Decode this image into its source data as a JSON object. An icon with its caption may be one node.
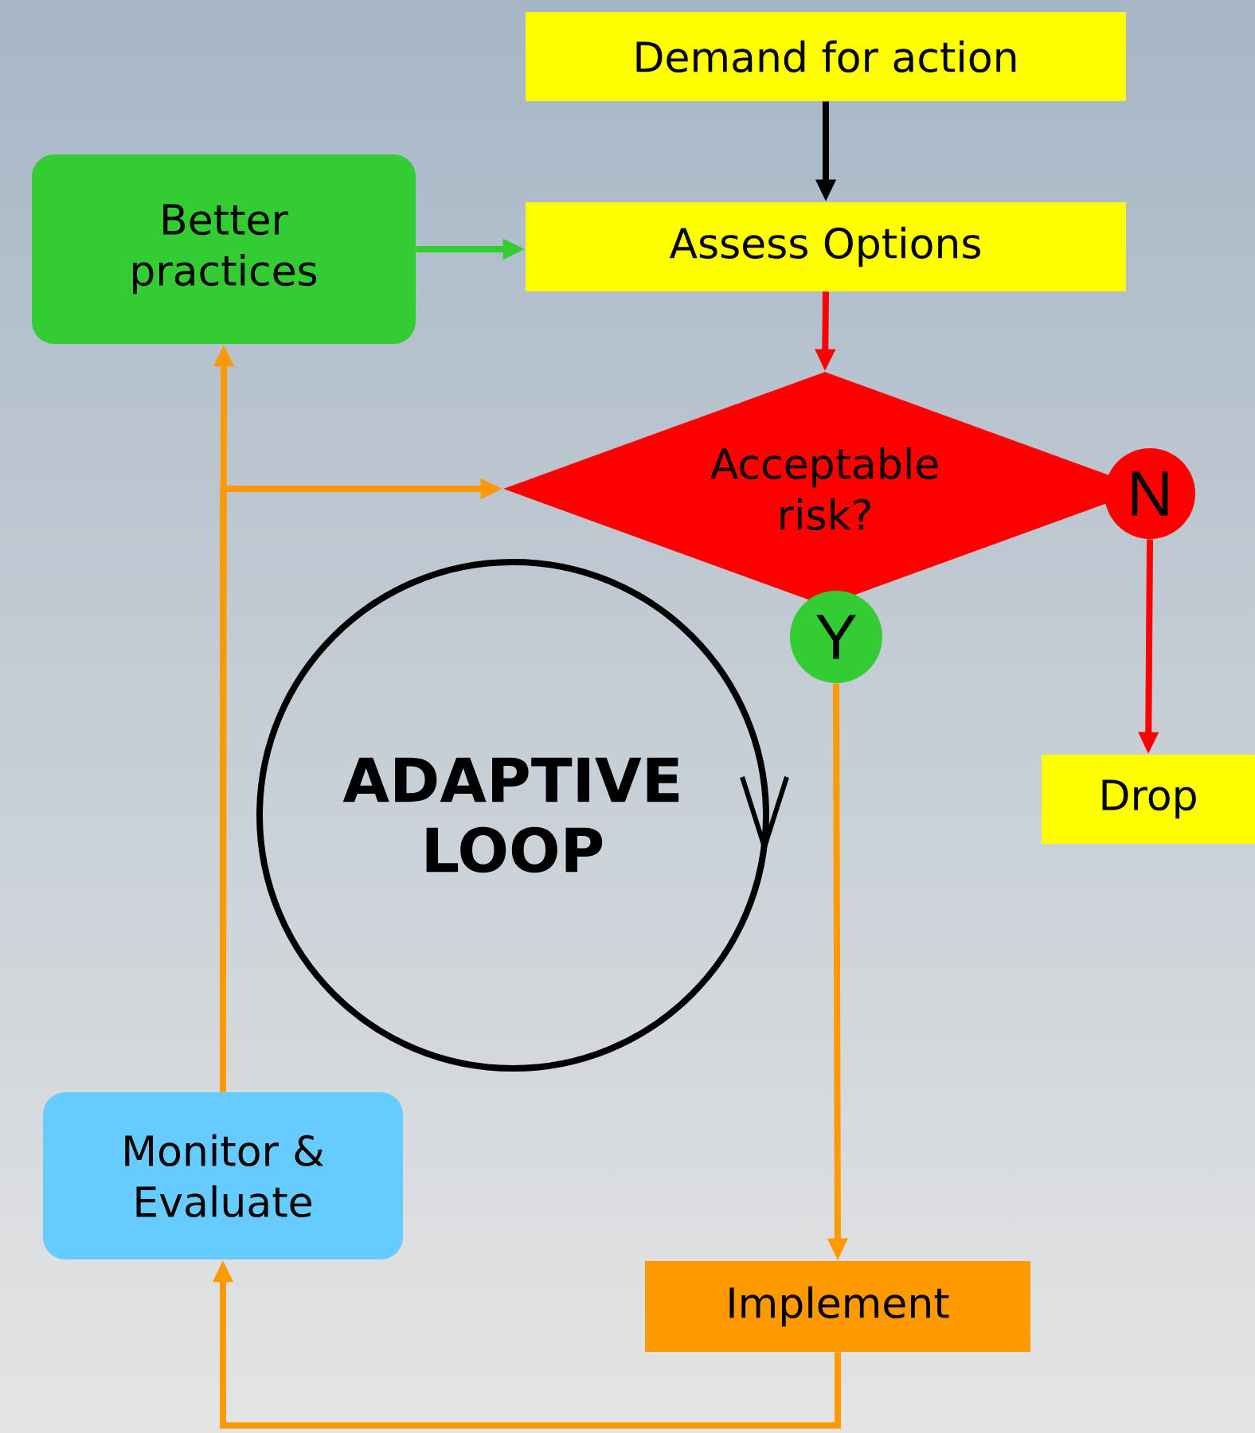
{
  "diagram": {
    "nodes": [
      {
        "text": [
          "Demand for action"
        ]
      },
      {
        "text": [
          "Better practices"
        ]
      },
      {
        "text": [
          "Assess Options"
        ]
      },
      {
        "text": [
          "Acceptable risk?"
        ]
      },
      {
        "text": [
          "N"
        ]
      },
      {
        "text": [
          "Y"
        ]
      },
      {
        "text": [
          "Drop"
        ]
      },
      {
        "text": [
          "ADAPTIVE LOOP"
        ]
      },
      {
        "text": [
          "Monitor & Evaluate"
        ]
      },
      {
        "text": [
          "Implement"
        ]
      }
    ],
    "edges": [
      {
        "from": 0,
        "to": 2,
        "arrow": "to",
        "color": "#000000"
      },
      {
        "from": 1,
        "to": 2,
        "arrow": "to",
        "color": "#33cc33"
      },
      {
        "from": 2,
        "to": 3,
        "arrow": "to",
        "color": "#ff0000"
      },
      {
        "from": 4,
        "to": 6,
        "arrow": "to",
        "color": "#ff0000"
      },
      {
        "from": 5,
        "to": 9,
        "arrow": "to"
      },
      {
        "from": 9,
        "to": 8,
        "arrow": "to"
      },
      {
        "from": 8,
        "to": 1,
        "arrow": "to"
      },
      {
        "from": 8,
        "to": 3,
        "arrow": "to"
      }
    ]
  }
}
